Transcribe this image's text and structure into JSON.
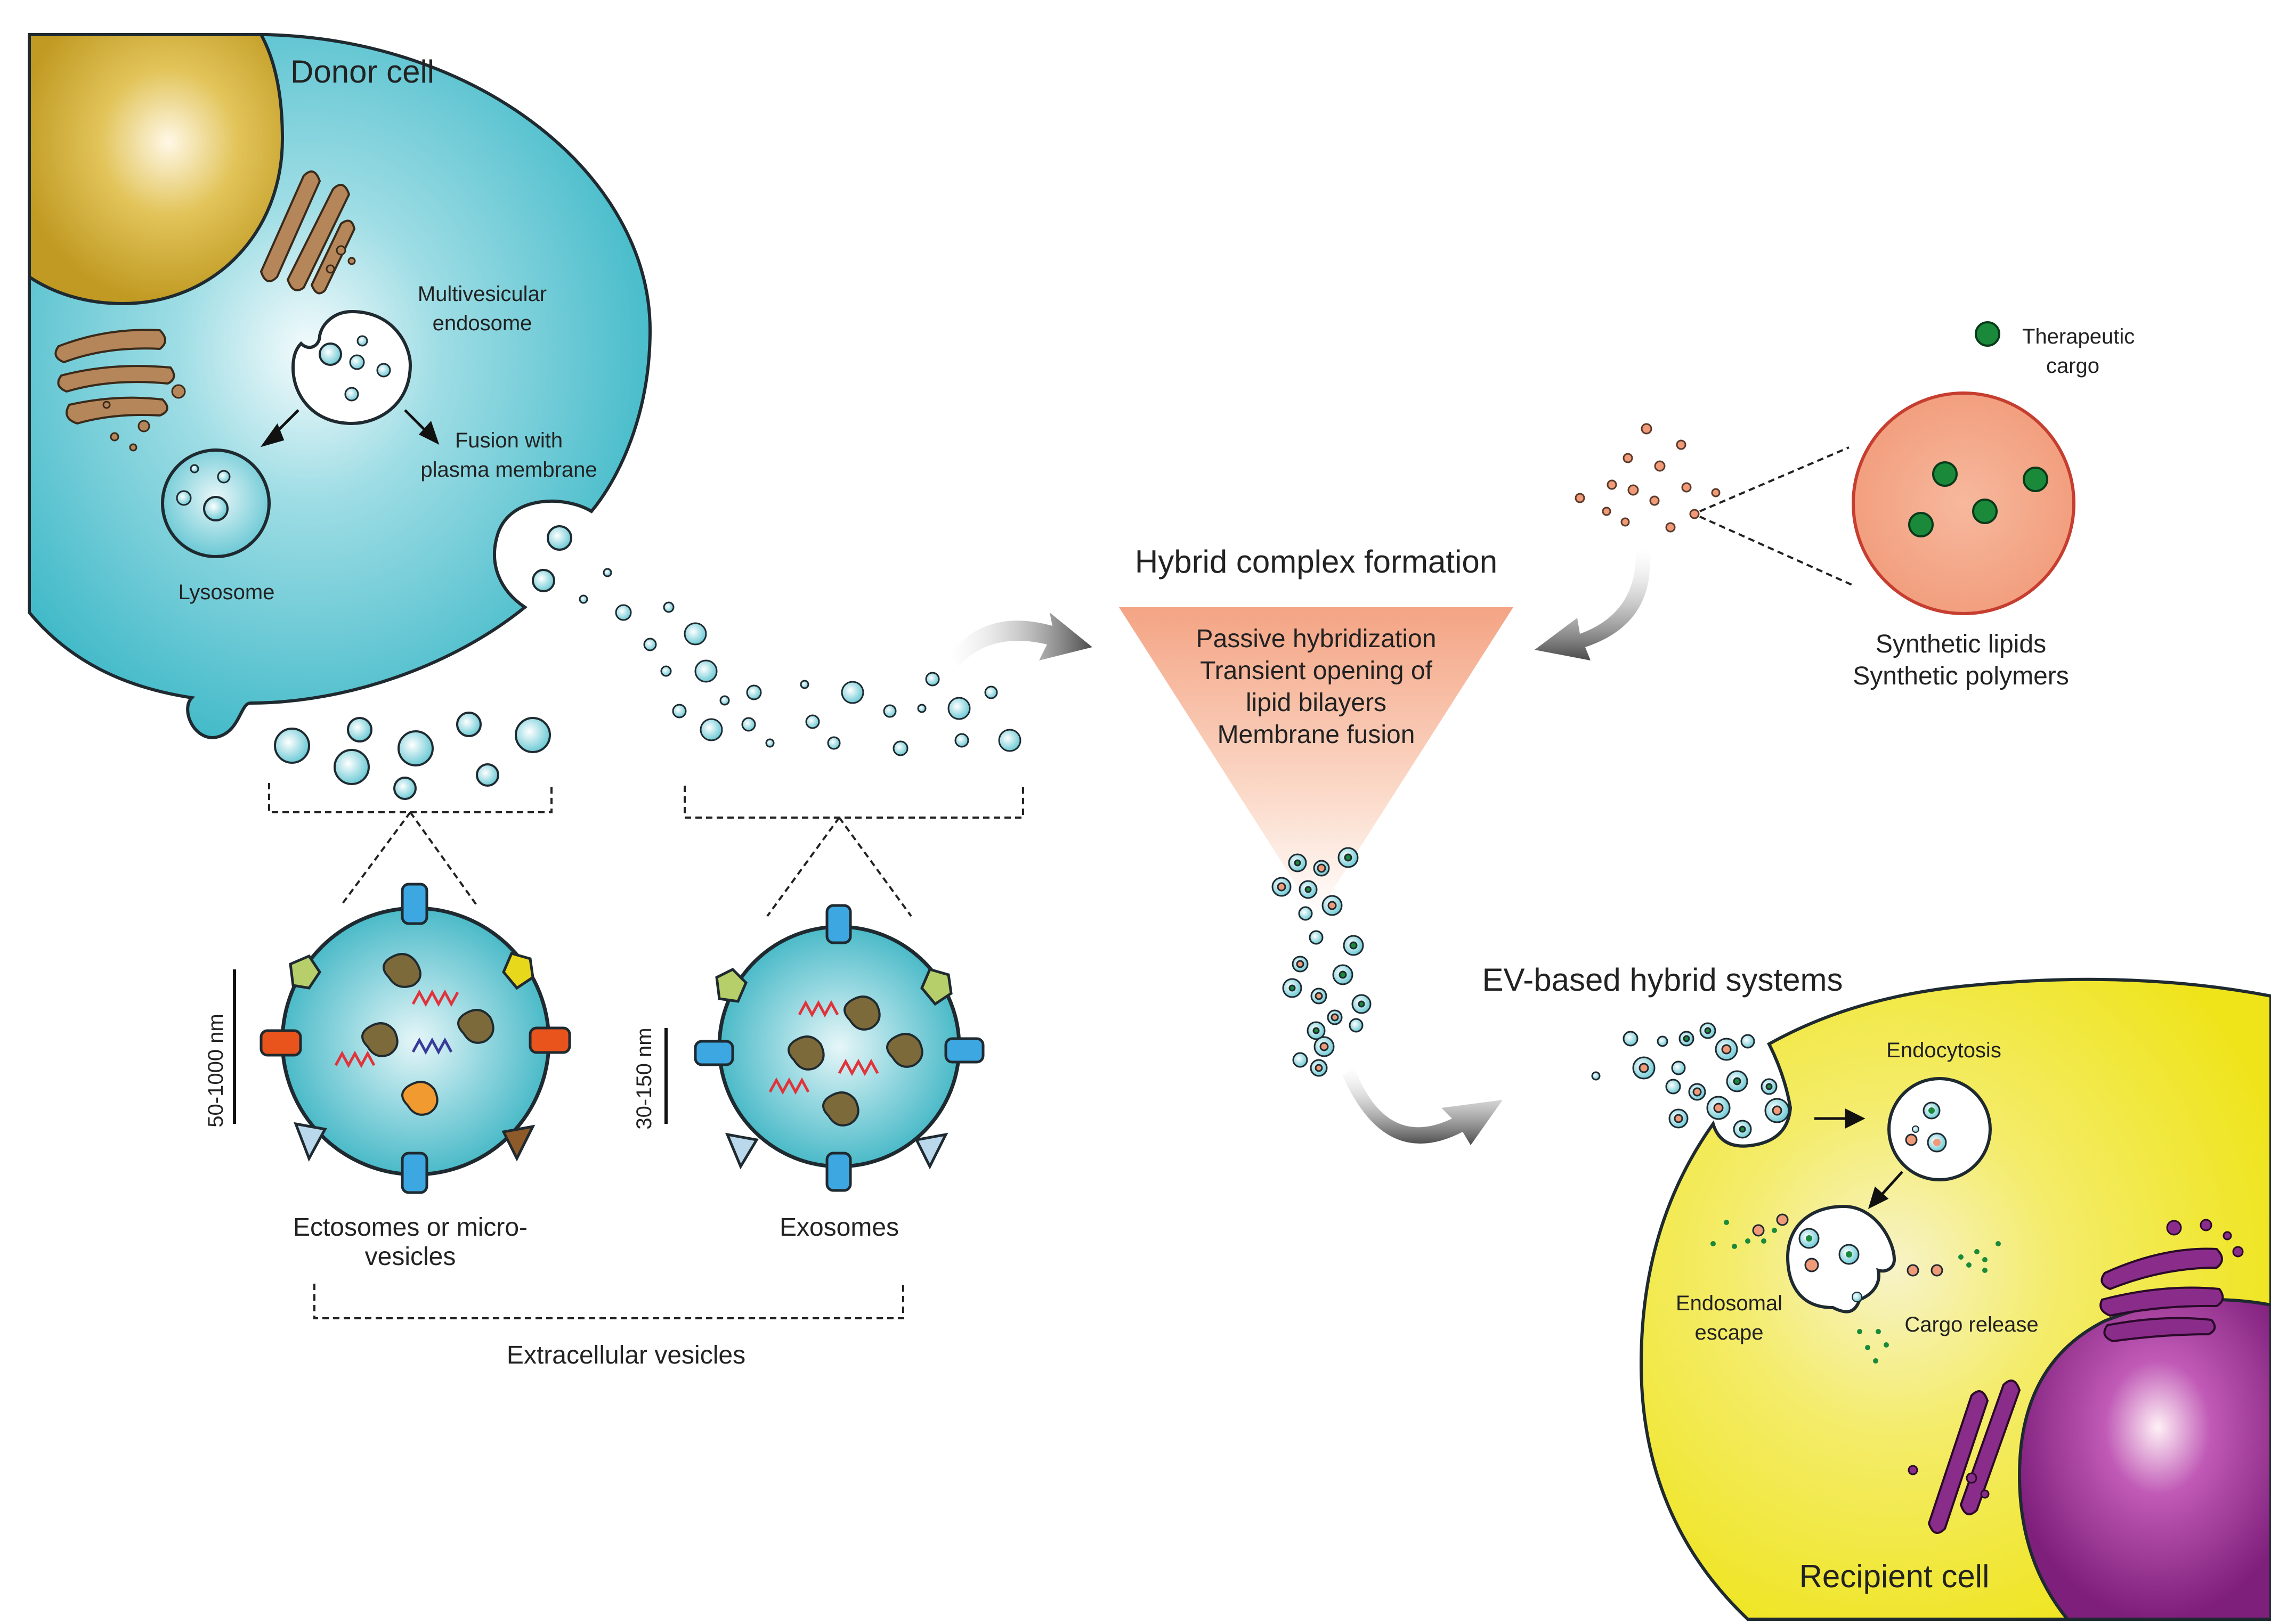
{
  "labels": {
    "donor_cell": "Donor cell",
    "multivesicular_endosome": [
      "Multivesicular",
      "endosome"
    ],
    "fusion_with_plasma_membrane": [
      "Fusion with",
      "plasma membrane"
    ],
    "lysosome": "Lysosome",
    "ectosomes": [
      "Ectosomes or micro-",
      "vesicles"
    ],
    "exosomes": "Exosomes",
    "extracellular_vesicles": "Extracellular vesicles",
    "size_ectosomes": "50-1000 nm",
    "size_exosomes": "30-150 nm",
    "hybrid_complex_formation": "Hybrid complex formation",
    "funnel_text": [
      "Passive hybridization",
      "Transient opening of",
      "lipid bilayers",
      "Membrane fusion"
    ],
    "therapeutic_cargo": [
      "Therapeutic",
      "cargo"
    ],
    "synthetic_materials": [
      "Synthetic lipids",
      "Synthetic polymers"
    ],
    "ev_based_hybrid_systems": "EV-based hybrid systems",
    "endocytosis": "Endocytosis",
    "endosomal_escape": [
      "Endosomal",
      "escape"
    ],
    "cargo_release": "Cargo release",
    "recipient_cell": "Recipient cell"
  },
  "colors": {
    "donor_cell": "#3db8c7",
    "donor_nucleus": "#c9a52a",
    "golgi": "#b5865a",
    "vesicle": "#7fd2dc",
    "synthetic_particle": "#f2a383",
    "therapeutic_cargo": "#1a8a3a",
    "recipient_cell": "#f2e930",
    "recipient_nucleus": "#8e2a8a",
    "recipient_golgi": "#8a2d8a",
    "funnel_top": "#f4a484",
    "arrow": "#4a4a4a"
  },
  "icons": [
    "curved-arrow-icon",
    "straight-arrow-icon",
    "scale-bar-icon"
  ]
}
